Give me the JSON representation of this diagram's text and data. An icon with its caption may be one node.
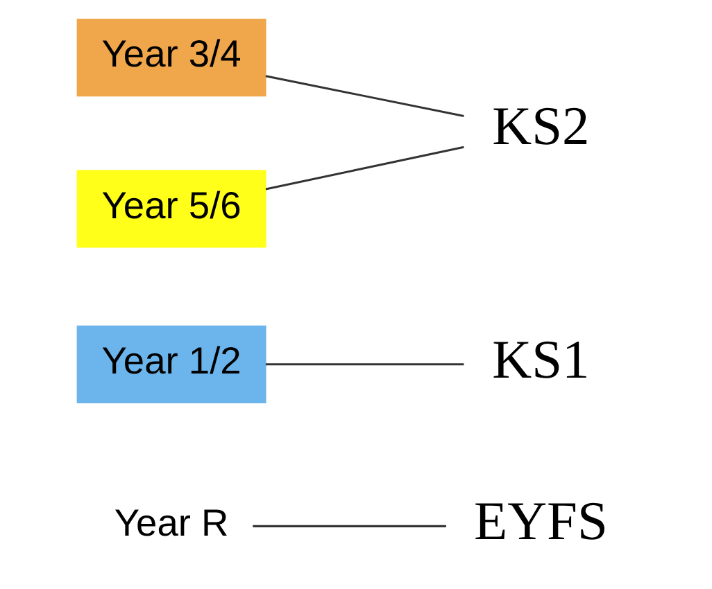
{
  "diagram": {
    "nodes": [
      {
        "text": [
          "Year R"
        ]
      },
      {
        "text": [
          "Year 1/2"
        ]
      },
      {
        "text": [
          "Year 3/4"
        ]
      },
      {
        "text": [
          "Year 5/6"
        ]
      },
      {
        "text": [
          "EYFS"
        ]
      },
      {
        "text": [
          "KS1"
        ]
      },
      {
        "text": [
          "KS2"
        ]
      }
    ],
    "edges": [
      {
        "from": 0,
        "to": 4,
        "arrow": "none"
      },
      {
        "from": 1,
        "to": 5,
        "arrow": "none"
      },
      {
        "from": 2,
        "to": 6,
        "arrow": "none"
      },
      {
        "from": 3,
        "to": 6,
        "arrow": "none"
      }
    ]
  }
}
